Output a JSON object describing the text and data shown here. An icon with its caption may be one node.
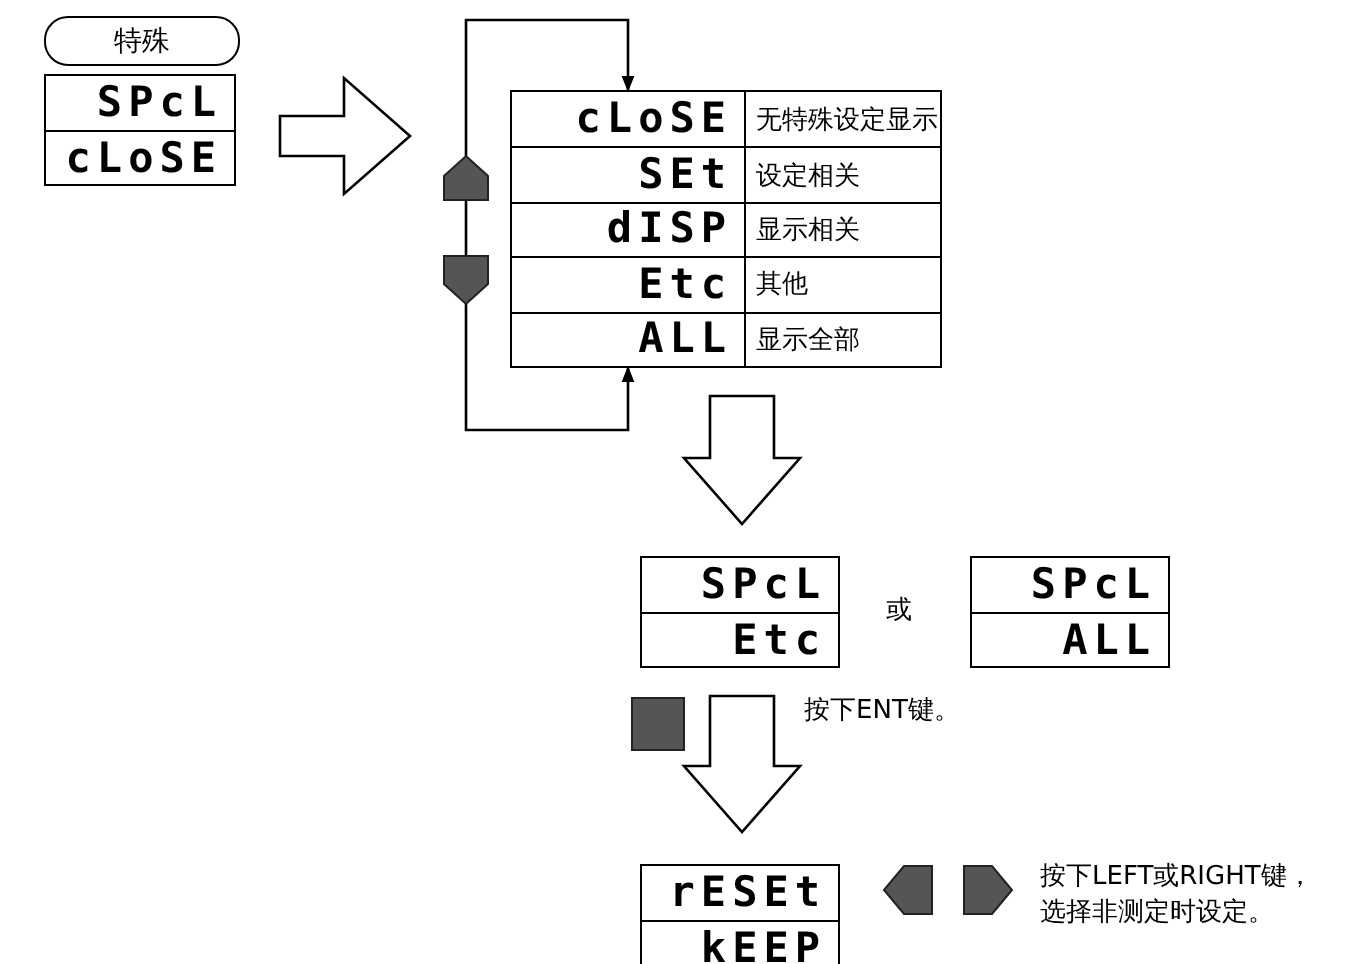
{
  "diagram": {
    "nodes": [
      {
        "text": [
          "特殊"
        ]
      },
      {
        "text": [
          "SPcL",
          "cLoSE"
        ]
      },
      {
        "text": [],
        "shape": "box"
      },
      {
        "text": [
          "cLoSE",
          "无特殊设定显示"
        ],
        "in": 2
      },
      {
        "text": [
          "SEt",
          "设定相关"
        ],
        "in": 2
      },
      {
        "text": [
          "dISP",
          "显示相关"
        ],
        "in": 2
      },
      {
        "text": [
          "Etc",
          "其他"
        ],
        "in": 2
      },
      {
        "text": [
          "ALL",
          "显示全部"
        ],
        "in": 2
      },
      {
        "text": [
          "SPcL",
          "Etc"
        ]
      },
      {
        "text": [
          "SPcL",
          "ALL"
        ]
      },
      {
        "text": [
          "rESEt",
          "kEEP"
        ]
      }
    ],
    "edges": [
      {
        "from": 1,
        "to": 2,
        "arrow": "to",
        "style": "thick"
      },
      {
        "from": 3,
        "to": 7,
        "arrow": "both"
      },
      {
        "from": 2,
        "to": 8,
        "arrow": "to",
        "style": "thick"
      },
      {
        "from": 8,
        "to": 10,
        "arrow": "to",
        "style": "thick"
      }
    ],
    "labels": [
      "或",
      "按下ENT键。",
      "按下LEFT或RIGHT键，选择非测定时设定。"
    ]
  }
}
